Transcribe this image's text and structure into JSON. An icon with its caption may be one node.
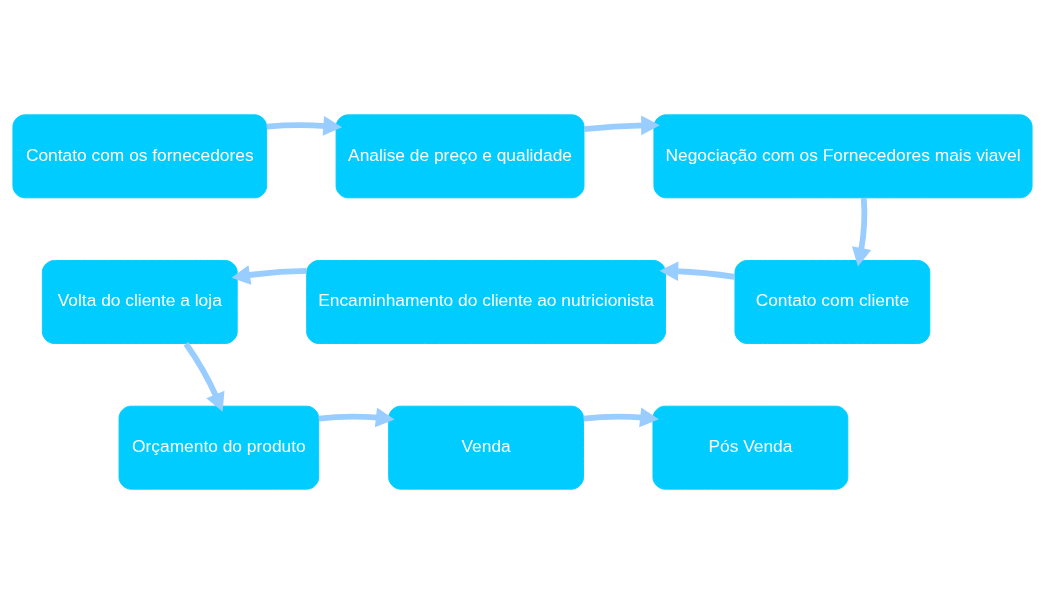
{
  "diagram": {
    "nodes": [
      {
        "text": [
          "Contato com os fornecedores"
        ]
      },
      {
        "text": [
          "Analise de preço e qualidade"
        ]
      },
      {
        "text": [
          "Negociação com os Fornecedores mais viavel"
        ]
      },
      {
        "text": [
          "Contato com cliente"
        ]
      },
      {
        "text": [
          "Encaminhamento do cliente ao nutricionista"
        ]
      },
      {
        "text": [
          "Volta do cliente a loja"
        ]
      },
      {
        "text": [
          "Orçamento do produto"
        ]
      },
      {
        "text": [
          "Venda"
        ]
      },
      {
        "text": [
          "Pós Venda"
        ]
      }
    ],
    "edges": [
      {
        "from": 0,
        "to": 1,
        "arrow": "to"
      },
      {
        "from": 1,
        "to": 2,
        "arrow": "to"
      },
      {
        "from": 2,
        "to": 3,
        "arrow": "to"
      },
      {
        "from": 3,
        "to": 4,
        "arrow": "to"
      },
      {
        "from": 4,
        "to": 5,
        "arrow": "to"
      },
      {
        "from": 5,
        "to": 6,
        "arrow": "to"
      },
      {
        "from": 6,
        "to": 7,
        "arrow": "to"
      },
      {
        "from": 7,
        "to": 8,
        "arrow": "to"
      }
    ]
  }
}
